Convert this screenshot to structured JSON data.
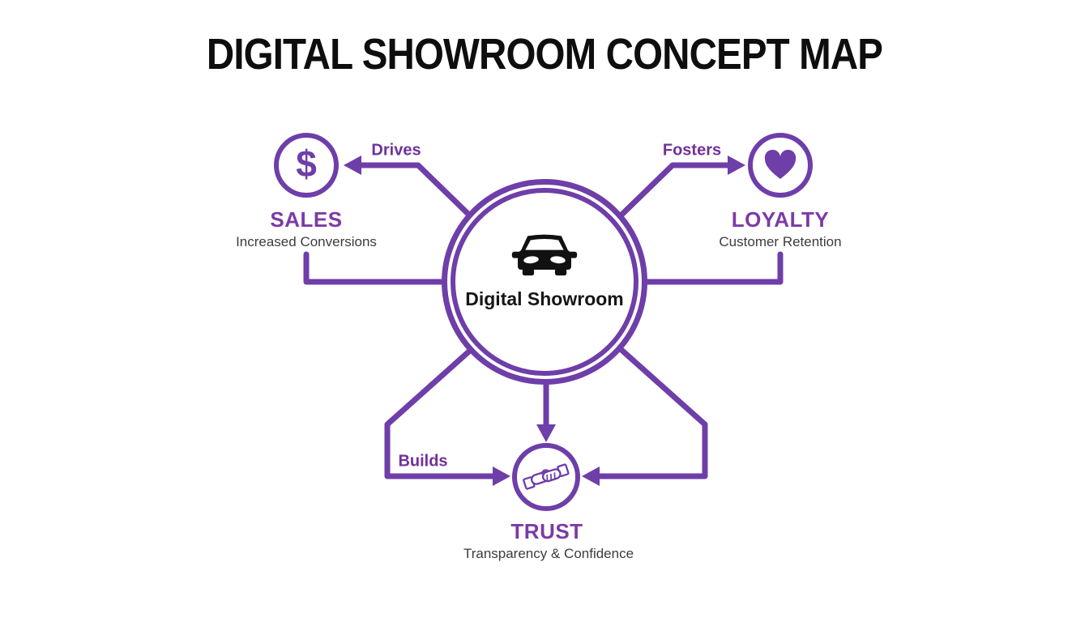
{
  "title": "DIGITAL SHOWROOM CONCEPT MAP",
  "colors": {
    "line_purple": "#6e3ea9",
    "title_purple": "#7c3aa6",
    "edge_label_purple": "#72309a",
    "subtitle_gray": "#3c3c3c",
    "icon_black": "#161616",
    "background": "#ffffff"
  },
  "center": {
    "label": "Digital Showroom",
    "icon": "car-icon"
  },
  "nodes": [
    {
      "id": "sales",
      "title": "SALES",
      "subtitle": "Increased Conversions",
      "icon": "dollar-icon",
      "symbol": "$"
    },
    {
      "id": "loyalty",
      "title": "LOYALTY",
      "subtitle": "Customer Retention",
      "icon": "heart-icon"
    },
    {
      "id": "trust",
      "title": "TRUST",
      "subtitle": "Transparency & Confidence",
      "icon": "handshake-icon"
    }
  ],
  "edges": [
    {
      "from": "digital-showroom",
      "to": "sales",
      "label": "Drives"
    },
    {
      "from": "digital-showroom",
      "to": "loyalty",
      "label": "Fosters"
    },
    {
      "from": "digital-showroom",
      "to": "trust",
      "label": "Builds"
    }
  ]
}
